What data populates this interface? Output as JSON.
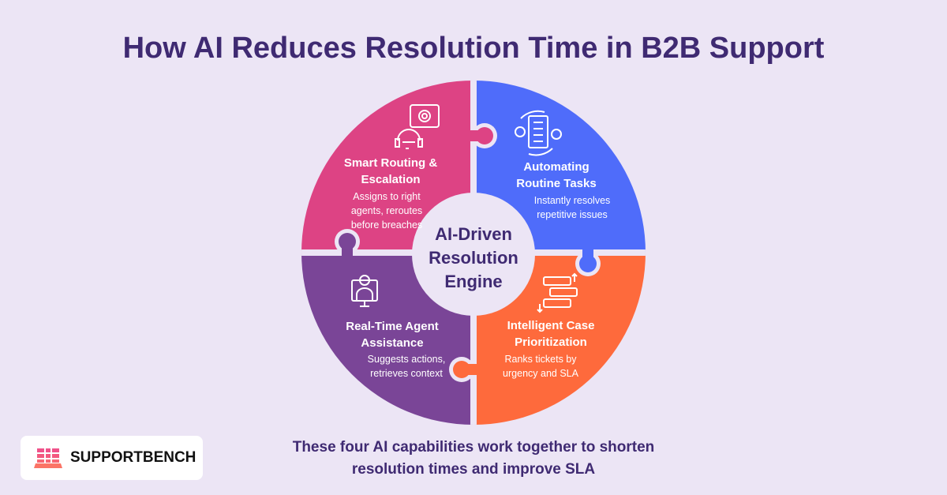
{
  "title": "How AI Reduces Resolution Time in B2B Support",
  "center": {
    "line1": "AI-Driven",
    "line2": "Resolution",
    "line3": "Engine"
  },
  "segments": [
    {
      "title1": "Smart Routing &",
      "title2": "Escalation",
      "desc1": "Assigns to right",
      "desc2": "agents, reroutes",
      "desc3": "before breaches",
      "color": "#dd4384",
      "icon": "headset-gear-icon"
    },
    {
      "title1": "Automating",
      "title2": "Routine Tasks",
      "desc1": "Instantly resolves",
      "desc2": "repetitive issues",
      "color": "#4f6cfa",
      "icon": "checklist-cycle-icon"
    },
    {
      "title1": "Real-Time Agent",
      "title2": "Assistance",
      "desc1": "Suggests actions,",
      "desc2": "retrieves context",
      "color": "#7a4597",
      "icon": "agent-monitor-icon"
    },
    {
      "title1": "Intelligent Case",
      "title2": "Prioritization",
      "desc1": "Ranks tickets by",
      "desc2": "urgency and SLA",
      "color": "#fe6a3c",
      "icon": "ranked-messages-icon"
    }
  ],
  "footer": {
    "line1": "These four AI capabilities work together to shorten",
    "line2": "resolution times and improve SLA"
  },
  "logo": {
    "text": "SUPPORTBENCH"
  }
}
